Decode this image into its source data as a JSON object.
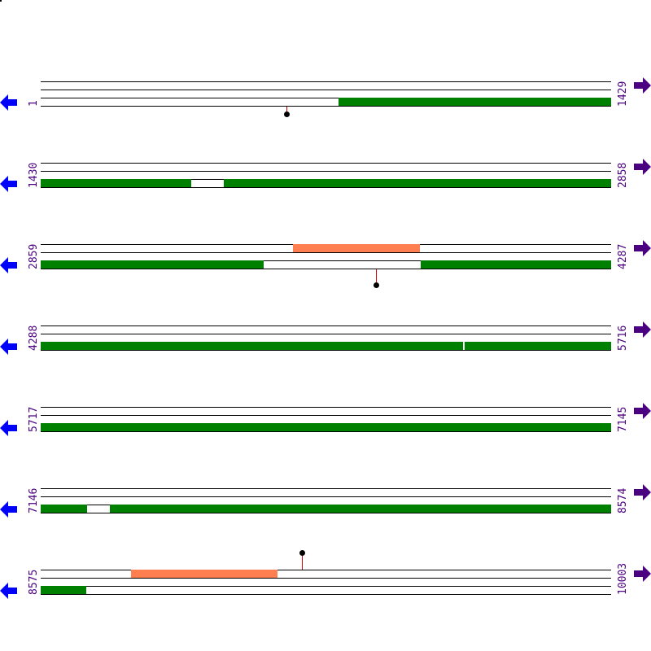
{
  "colors": {
    "line": "#000000",
    "cds": "#008000",
    "feature": "#ff7f50",
    "label": "#4b0082",
    "left_arrow": "#0000ff",
    "right_arrow": "#4b0082",
    "pin": "#d00000"
  },
  "tracks": [
    {
      "start": "1",
      "end": "1429"
    },
    {
      "start": "1430",
      "end": "2858"
    },
    {
      "start": "2859",
      "end": "4287"
    },
    {
      "start": "4288",
      "end": "5716"
    },
    {
      "start": "5717",
      "end": "7145"
    },
    {
      "start": "7146",
      "end": "8574"
    },
    {
      "start": "8575",
      "end": "10003"
    }
  ],
  "icons": {
    "left": "left-arrow-icon",
    "right": "right-arrow-icon"
  }
}
